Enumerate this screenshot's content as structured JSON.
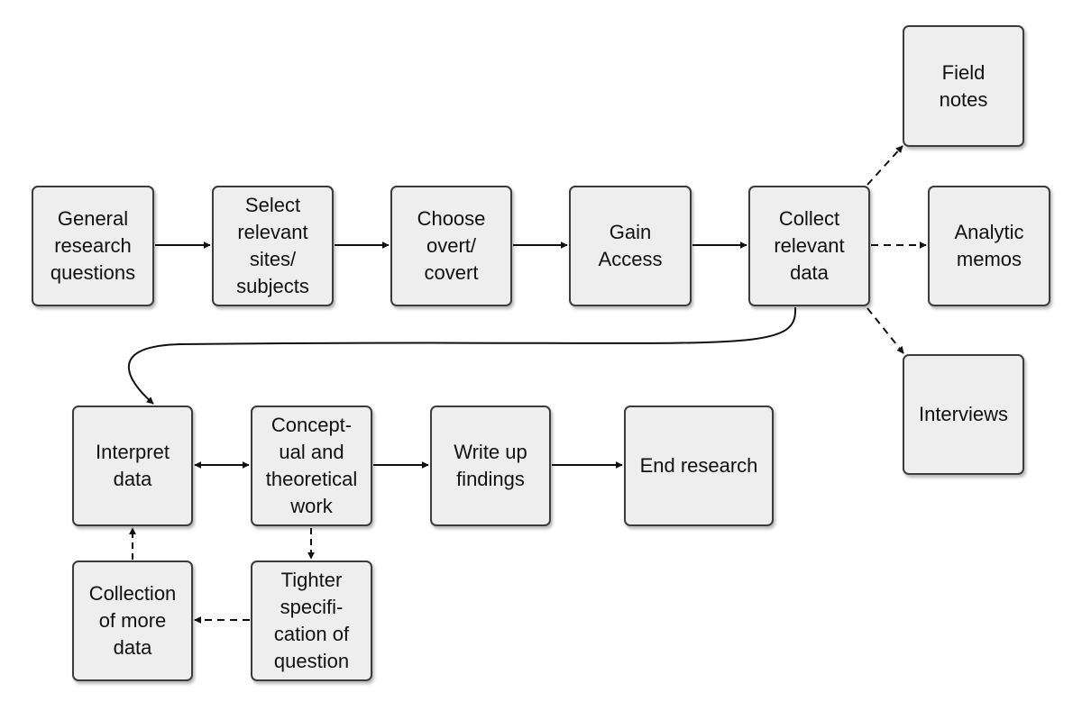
{
  "nodes": {
    "general_research_questions": "General\nresearch\nquestions",
    "select_relevant_sites": "Select\nrelevant\nsites/\nsubjects",
    "choose_overt_covert": "Choose\novert/\ncovert",
    "gain_access": "Gain\nAccess",
    "collect_relevant_data": "Collect\nrelevant\ndata",
    "field_notes": "Field\nnotes",
    "analytic_memos": "Analytic\nmemos",
    "interviews": "Interviews",
    "interpret_data": "Interpret\ndata",
    "conceptual_work": "Concept-\nual and\ntheoretical\nwork",
    "write_up_findings": "Write up\nfindings",
    "end_research": "End research",
    "collection_of_more_data": "Collection\nof more\ndata",
    "tighter_specification": "Tighter\nspecifi-\ncation of\nquestion"
  },
  "edges": [
    {
      "from": "general_research_questions",
      "to": "select_relevant_sites",
      "style": "solid"
    },
    {
      "from": "select_relevant_sites",
      "to": "choose_overt_covert",
      "style": "solid"
    },
    {
      "from": "choose_overt_covert",
      "to": "gain_access",
      "style": "solid"
    },
    {
      "from": "gain_access",
      "to": "collect_relevant_data",
      "style": "solid"
    },
    {
      "from": "collect_relevant_data",
      "to": "field_notes",
      "style": "dashed"
    },
    {
      "from": "collect_relevant_data",
      "to": "analytic_memos",
      "style": "dashed"
    },
    {
      "from": "collect_relevant_data",
      "to": "interviews",
      "style": "dashed"
    },
    {
      "from": "collect_relevant_data",
      "to": "interpret_data",
      "style": "solid-curved"
    },
    {
      "from": "interpret_data",
      "to": "conceptual_work",
      "style": "solid-bidirectional"
    },
    {
      "from": "conceptual_work",
      "to": "write_up_findings",
      "style": "solid"
    },
    {
      "from": "write_up_findings",
      "to": "end_research",
      "style": "solid"
    },
    {
      "from": "conceptual_work",
      "to": "tighter_specification",
      "style": "dashed"
    },
    {
      "from": "tighter_specification",
      "to": "collection_of_more_data",
      "style": "dashed"
    },
    {
      "from": "collection_of_more_data",
      "to": "interpret_data",
      "style": "dashed"
    }
  ],
  "colors": {
    "box_fill": "#eeeeee",
    "box_border": "#3c3c3c",
    "line": "#111111",
    "text": "#111111"
  }
}
